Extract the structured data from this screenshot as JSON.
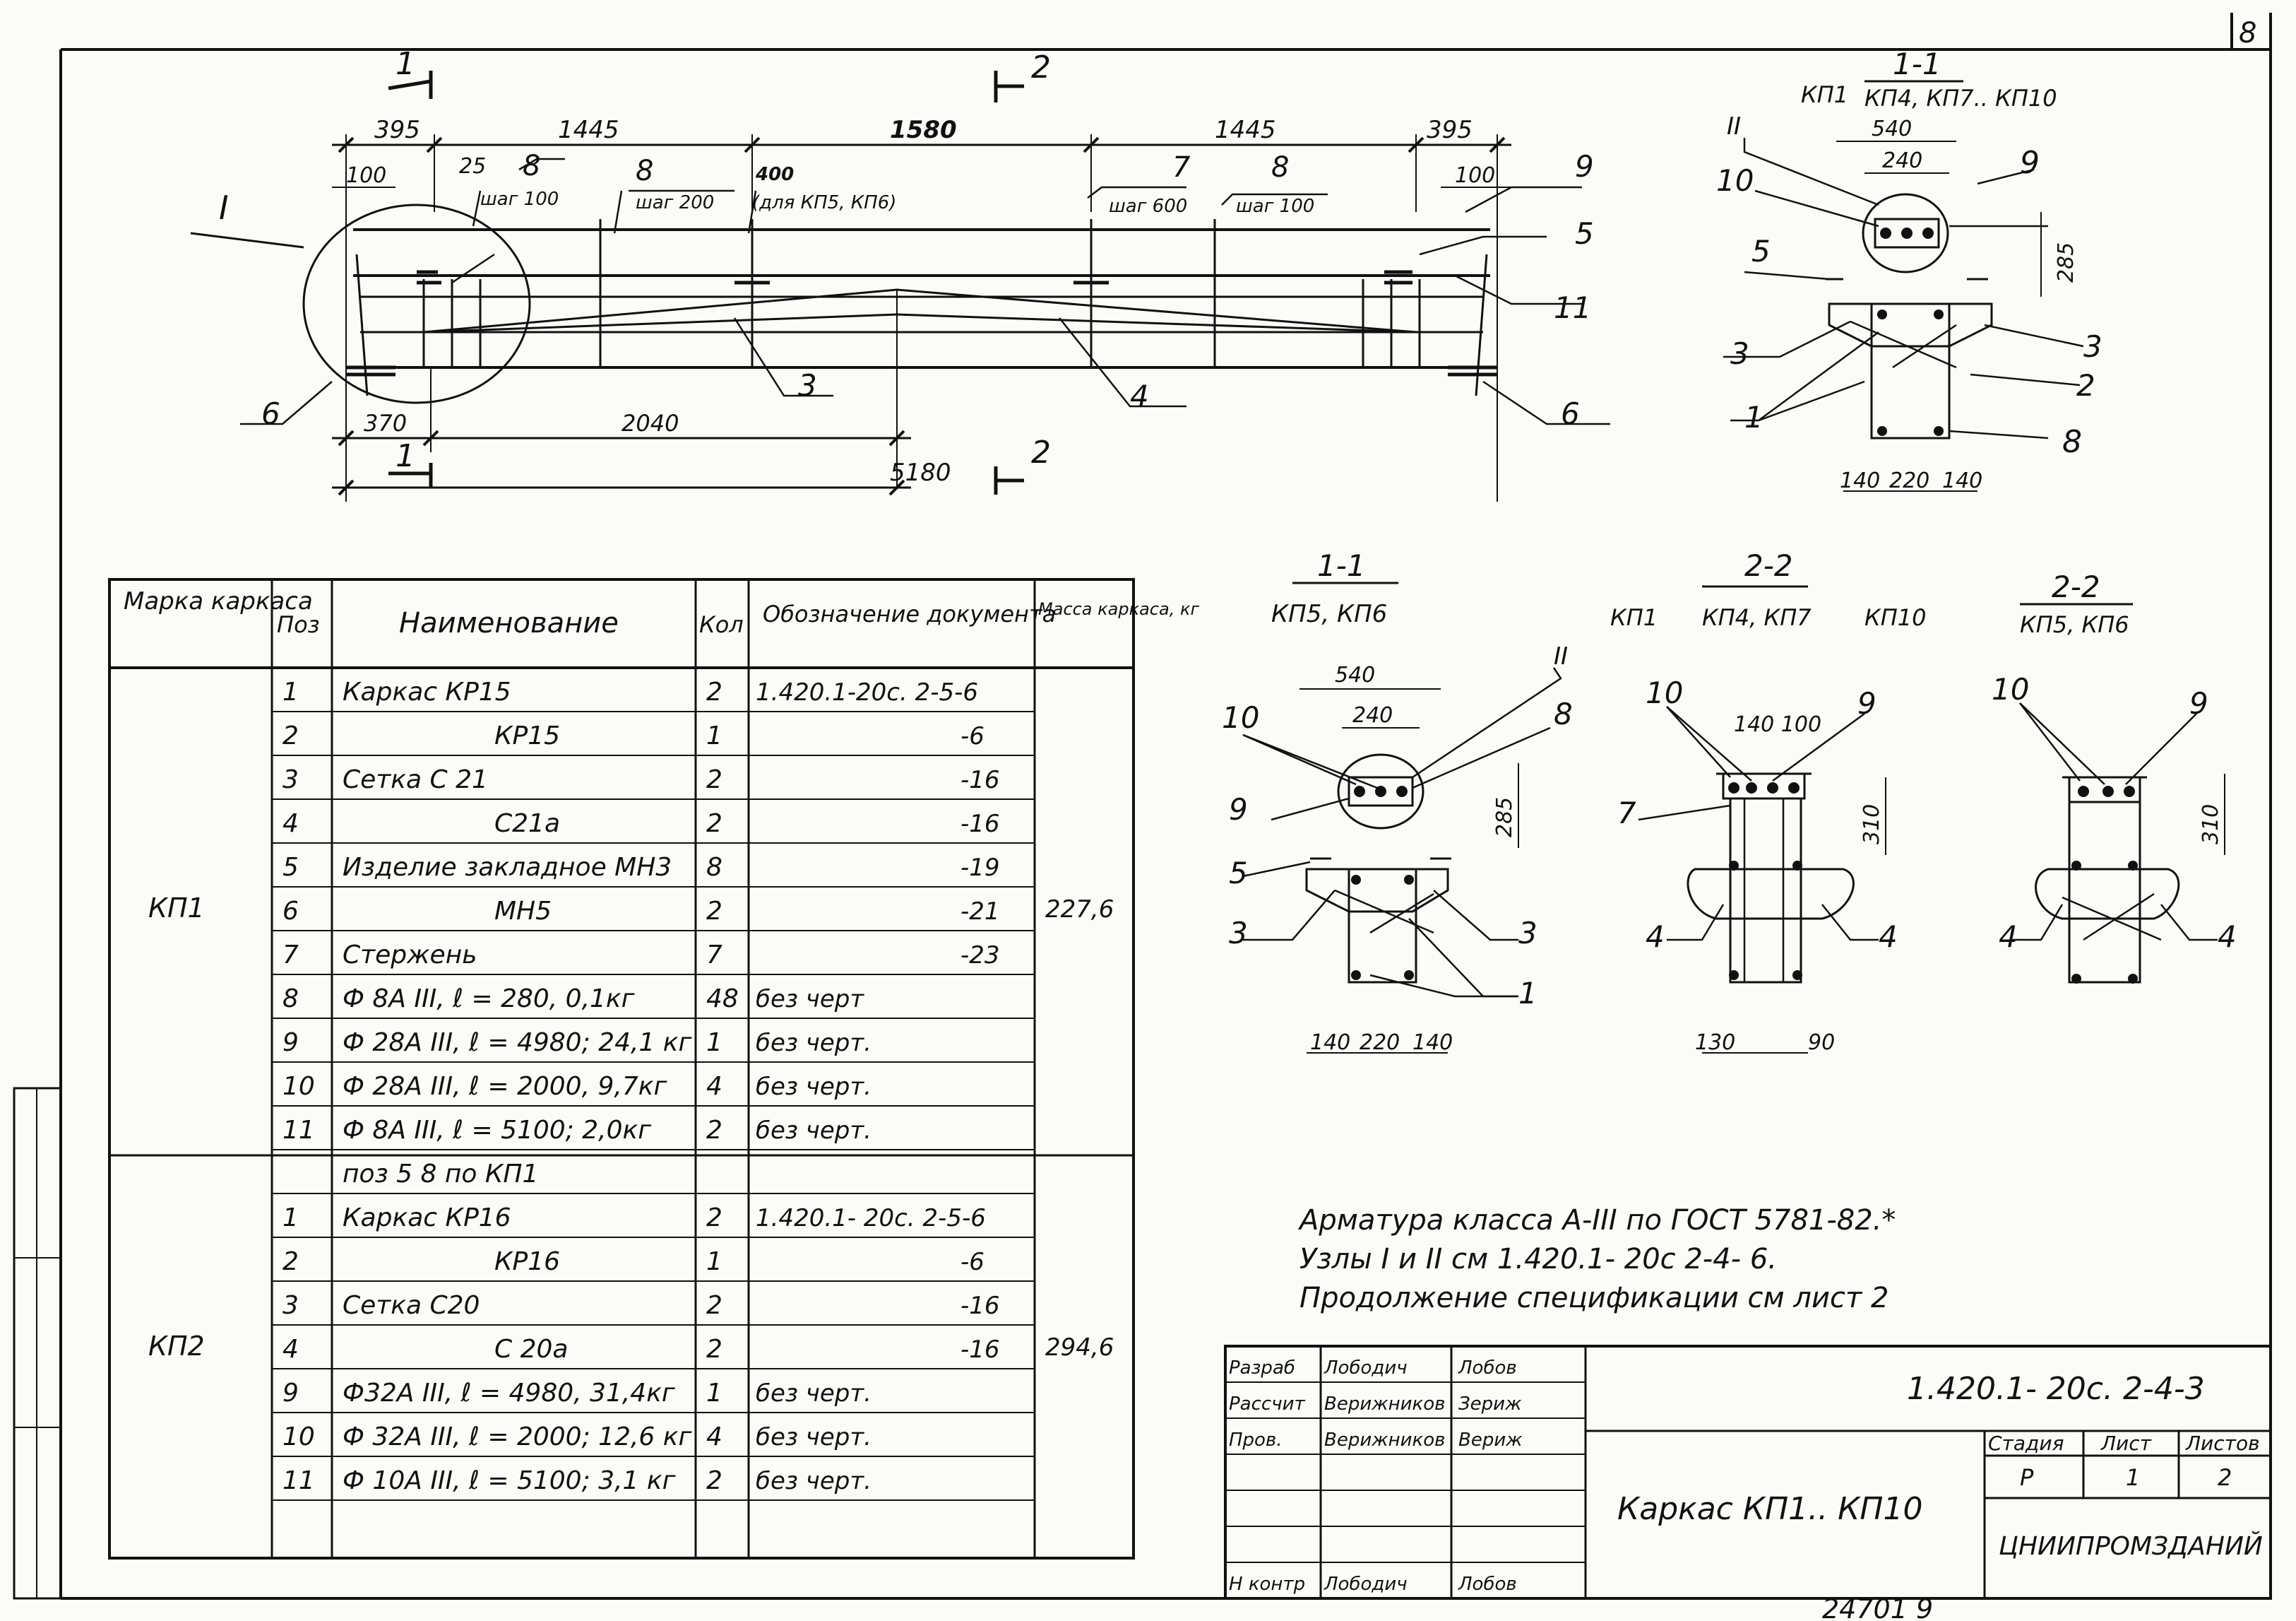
{
  "sheet": {
    "corner_number": "8",
    "bottom_code": "24701   9"
  },
  "elevation": {
    "section_marks": {
      "s1": "1",
      "s2": "2"
    },
    "node_mark": "I",
    "top_dims": [
      "395",
      "1445",
      "1580",
      "1445",
      "395"
    ],
    "small_dims": [
      "100",
      "25",
      "100"
    ],
    "pos_labels": {
      "p8a": "8",
      "p8b": "8",
      "p8c": "8",
      "p7": "7",
      "p9": "9",
      "p5": "5",
      "p11": "11",
      "p6a": "6",
      "p6b": "6",
      "p3": "3",
      "p4": "4"
    },
    "spacing_notes": {
      "a": "шаг 100",
      "b": "шаг 200",
      "c": "400",
      "d": "(для КП5, КП6)",
      "e": "шаг 600",
      "f": "шаг 100"
    },
    "bottom_dims": [
      "370",
      "2040"
    ],
    "total_dim": "5180"
  },
  "section_11_main": {
    "title": "1-1",
    "left_prefix": "КП1",
    "subtitle": "КП4, КП7.. КП10",
    "node_mark": "II",
    "dims": {
      "w_total": "540",
      "w_inner": "240",
      "h": "285",
      "bottom": [
        "140",
        "220",
        "140"
      ]
    },
    "labels": {
      "l10": "10",
      "l9": "9",
      "l5": "5",
      "l3a": "3",
      "l3b": "3",
      "l2": "2",
      "l1": "1",
      "l8": "8"
    }
  },
  "section_11_kp5": {
    "title": "1-1",
    "subtitle": "КП5, КП6",
    "node_mark": "II",
    "dims": {
      "w_total": "540",
      "w_inner": "240",
      "h": "285",
      "bottom": [
        "140",
        "220",
        "140"
      ]
    },
    "labels": {
      "l10": "10",
      "l8": "8",
      "l9": "9",
      "l5": "5",
      "l3a": "3",
      "l3b": "3",
      "l1": "1"
    }
  },
  "section_22_main": {
    "title": "2-2",
    "left_prefix": "КП1",
    "subtitle": "КП4, КП7",
    "right_suffix": "КП10",
    "dims": {
      "top": "140 100",
      "h": "310",
      "bottom": [
        "130",
        "90"
      ]
    },
    "labels": {
      "l10": "10",
      "l9": "9",
      "l7": "7",
      "l4a": "4",
      "l4b": "4"
    }
  },
  "section_22_kp5": {
    "title": "2-2",
    "subtitle": "КП5, КП6",
    "dims": {
      "h": "310"
    },
    "labels": {
      "l10": "10",
      "l9": "9",
      "l4a": "4",
      "l4b": "4"
    }
  },
  "spec_table": {
    "headers": {
      "brand": "Марка каркаса",
      "pos": "Поз",
      "name": "Наименование",
      "qty": "Кол",
      "doc": "Обозначение документа",
      "mass": "Масса каркаса, кг"
    },
    "groups": [
      {
        "brand": "КП1",
        "mass": "227,6",
        "rows": [
          {
            "pos": "1",
            "name": "Каркас КР15",
            "qty": "2",
            "doc": "1.420.1-20с. 2-5-6"
          },
          {
            "pos": "2",
            "name": "КР15",
            "qty": "1",
            "doc": "-6"
          },
          {
            "pos": "3",
            "name": "Сетка С 21",
            "qty": "2",
            "doc": "-16"
          },
          {
            "pos": "4",
            "name": "С21а",
            "qty": "2",
            "doc": "-16"
          },
          {
            "pos": "5",
            "name": "Изделие закладное МН3",
            "qty": "8",
            "doc": "-19"
          },
          {
            "pos": "6",
            "name": "МН5",
            "qty": "2",
            "doc": "-21"
          },
          {
            "pos": "7",
            "name": "Стержень",
            "qty": "7",
            "doc": "-23"
          },
          {
            "pos": "8",
            "name": "Ф 8А III, ℓ = 280, 0,1кг",
            "qty": "48",
            "doc": "без черт"
          },
          {
            "pos": "9",
            "name": "Ф 28А III, ℓ = 4980; 24,1 кг",
            "qty": "1",
            "doc": "без черт."
          },
          {
            "pos": "10",
            "name": "Ф 28А III, ℓ = 2000, 9,7кг",
            "qty": "4",
            "doc": "без черт."
          },
          {
            "pos": "11",
            "name": "Ф 8А III, ℓ = 5100; 2,0кг",
            "qty": "2",
            "doc": "без черт."
          }
        ]
      },
      {
        "brand": "КП2",
        "mass": "294,6",
        "rows": [
          {
            "pos": "",
            "name": "поз 5  8  по  КП1",
            "qty": "",
            "doc": ""
          },
          {
            "pos": "1",
            "name": "Каркас КР16",
            "qty": "2",
            "doc": "1.420.1- 20с. 2-5-6"
          },
          {
            "pos": "2",
            "name": "КР16",
            "qty": "1",
            "doc": "-6"
          },
          {
            "pos": "3",
            "name": "Сетка С20",
            "qty": "2",
            "doc": "-16"
          },
          {
            "pos": "4",
            "name": "С 20а",
            "qty": "2",
            "doc": "-16"
          },
          {
            "pos": "9",
            "name": "Ф32А III, ℓ = 4980, 31,4кг",
            "qty": "1",
            "doc": "без черт."
          },
          {
            "pos": "10",
            "name": "Ф 32А III, ℓ = 2000; 12,6 кг",
            "qty": "4",
            "doc": "без черт."
          },
          {
            "pos": "11",
            "name": "Ф 10А III, ℓ = 5100; 3,1 кг",
            "qty": "2",
            "doc": "без черт."
          },
          {
            "pos": "",
            "name": "",
            "qty": "",
            "doc": ""
          }
        ]
      }
    ]
  },
  "notes": [
    "Арматура класса А-III по ГОСТ 5781-82.*",
    "Узлы I и II см 1.420.1- 20с 2-4- 6.",
    "Продолжение спецификации см лист 2"
  ],
  "title_block": {
    "roles": [
      {
        "role": "Разраб",
        "name": "Лободич",
        "sign": "Лобов"
      },
      {
        "role": "Рассчит",
        "name": "Верижников",
        "sign": "Зериж"
      },
      {
        "role": "Пров.",
        "name": "Верижников",
        "sign": "Вериж"
      },
      {
        "role": "",
        "name": "",
        "sign": ""
      },
      {
        "role": "",
        "name": "",
        "sign": ""
      },
      {
        "role": "",
        "name": "",
        "sign": ""
      },
      {
        "role": "Н контр",
        "name": "Лободич",
        "sign": "Лобов"
      }
    ],
    "doc_code": "1.420.1- 20с. 2-4-3",
    "title": "Каркас КП1.. КП10",
    "stage_label": "Стадия",
    "sheet_label": "Лист",
    "sheets_label": "Листов",
    "stage": "Р",
    "sheet": "1",
    "sheets": "2",
    "org": "ЦНИИПРОМЗДАНИЙ"
  }
}
